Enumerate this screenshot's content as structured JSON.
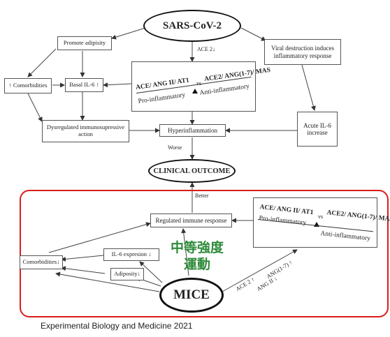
{
  "sars": "SARS-CoV-2",
  "ace2_down": "ACE 2↓",
  "promote_adipo": "Promote adipisity",
  "comorbid_top": "↑ Comorbidities",
  "basal_il6": "Basal IL-6 ↑",
  "dysreg": "Dysregulated immunosupressive action",
  "raas_top": {
    "line1": "ACE/ ANG II/ AT1",
    "vs": "vs",
    "line1b": "ACE2/ ANG(1-7)/ MAS",
    "pro": "Pro-inflammatory",
    "anti": "Anti-inflammatory"
  },
  "viral": "Viral destruction induces inflammatory response",
  "acute": "Acute IL-6 increase",
  "hyper": "Hyperinflammation",
  "worse": "Worse",
  "clinical": "CLINICAL OUTCOME",
  "better": "Better",
  "regulated": "Regulated immune response",
  "raas_bottom": {
    "line1": "ACE/ ANG II/ AT1",
    "vs": "vs",
    "line1b": "ACE2/ ANG(1-7)/ MAS",
    "pro": "Pro-inflammatory",
    "anti": "Anti-inflammatory"
  },
  "chinese1": "中等強度",
  "chinese2": "運動",
  "il6_exp": "IL-6 expresion ↓",
  "adiposity": "Adiposity↓",
  "comorbid_bottom": "Comorbidities↓",
  "mice": "MICE",
  "ace2_up": "ACE 2 ↑",
  "ang17_up": "ANG(1-7) ↑",
  "ang2_down": "ANG II ↓",
  "caption": "Experimental Biology and Medicine 2021"
}
